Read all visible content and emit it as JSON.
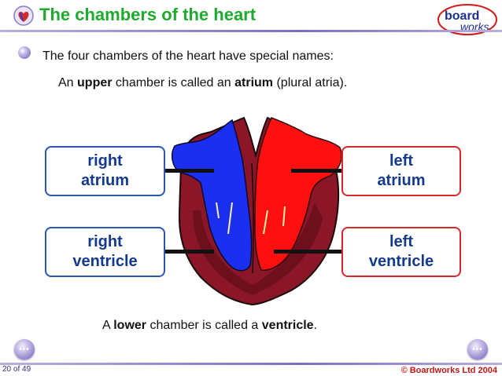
{
  "header": {
    "title": "The chambers of the heart",
    "logo_line1": "board",
    "logo_line2": "works"
  },
  "content": {
    "intro": "The four chambers of the heart have special names:",
    "upper_parts": [
      "An ",
      "upper",
      " chamber is called an ",
      "atrium",
      " (plural atria)."
    ],
    "lower_parts": [
      "A ",
      "lower",
      " chamber is called a ",
      "ventricle",
      "."
    ]
  },
  "labels": {
    "right_atrium": [
      "right",
      "atrium"
    ],
    "right_ventricle": [
      "right",
      "ventricle"
    ],
    "left_atrium": [
      "left",
      "atrium"
    ],
    "left_ventricle": [
      "left",
      "ventricle"
    ]
  },
  "nav": {
    "prev_icon": "ellipsis-prev-icon",
    "next_icon": "ellipsis-next-icon",
    "glyph": "•••"
  },
  "footer": {
    "page": "20 of 49",
    "copyright": "© Boardworks Ltd 2004"
  },
  "colors": {
    "title_green": "#1faa2e",
    "blue_box": "#2b56b4",
    "red_box": "#d9262a",
    "heart_outer": "#7a1320",
    "blood_blue": "#1a2ff0",
    "blood_red": "#ff1010"
  }
}
